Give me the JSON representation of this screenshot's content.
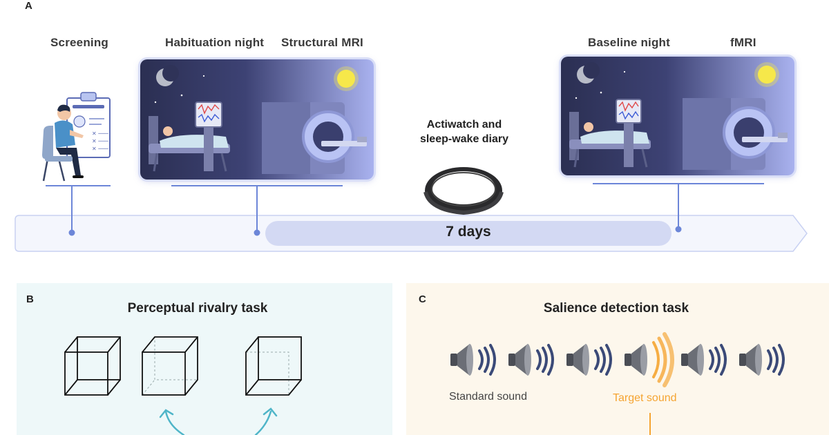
{
  "panels": {
    "a": {
      "letter": "A",
      "stages": {
        "screening": "Screening",
        "habituation": "Habituation night",
        "structural_mri": "Structural MRI",
        "baseline": "Baseline night",
        "fmri": "fMRI"
      },
      "actiwatch_label_line1": "Actiwatch and",
      "actiwatch_label_line2": "sleep-wake diary",
      "duration_label": "7 days"
    },
    "b": {
      "letter": "B",
      "title": "Perceptual rivalry task"
    },
    "c": {
      "letter": "C",
      "title": "Salience detection task",
      "standard_label": "Standard sound",
      "target_label": "Target sound"
    }
  },
  "colors": {
    "timeline_accent": "#6c86d8",
    "timeline_fill": "#f4f6fd",
    "duration_bar": "#d3d9f3",
    "panel_b_bg": "#eef8f9",
    "panel_c_bg": "#fdf7ec",
    "target_orange": "#f5a431",
    "arrow_teal": "#4fb5c8",
    "scene_dark": "#2b2f52",
    "scene_light": "#a9b2ef",
    "sun": "#f6e84a"
  },
  "icons": [
    "clipboard-icon",
    "person-icon",
    "moon-icon",
    "sun-icon",
    "bed-icon",
    "eeg-monitor-icon",
    "mri-scanner-icon",
    "wristband-icon",
    "cube-icon",
    "arrow-icon",
    "speaker-icon"
  ]
}
